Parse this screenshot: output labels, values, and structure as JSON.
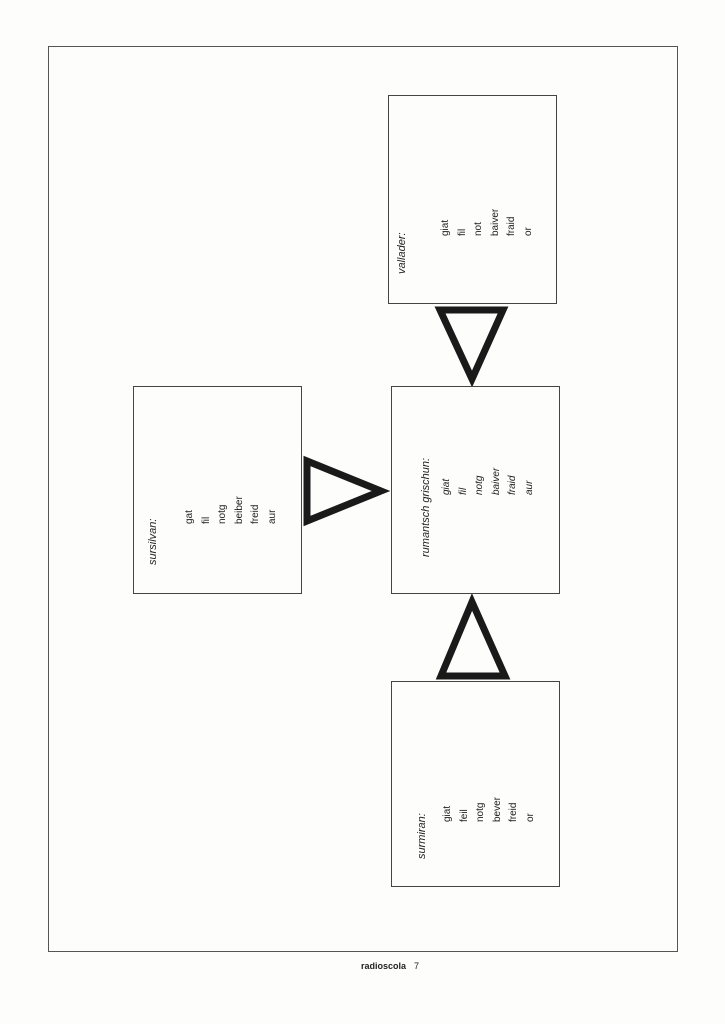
{
  "boxes": {
    "vallader": {
      "title": "vallader:",
      "words": [
        "giat",
        "fil",
        "not",
        "baiver",
        "fraid",
        "or"
      ]
    },
    "rumantsch_grischun": {
      "title": "rumantsch grischun:",
      "words": [
        "giat",
        "fil",
        "notg",
        "baiver",
        "fraid",
        "aur"
      ]
    },
    "sursilvan": {
      "title": "sursilvan:",
      "words": [
        "gat",
        "fil",
        "notg",
        "beiber",
        "freid",
        "aur"
      ]
    },
    "surmiran": {
      "title": "surmiran:",
      "words": [
        "giat",
        "feil",
        "notg",
        "bever",
        "freid",
        "or"
      ]
    }
  },
  "footer": {
    "brand": "radioscola",
    "page_number": "7"
  }
}
